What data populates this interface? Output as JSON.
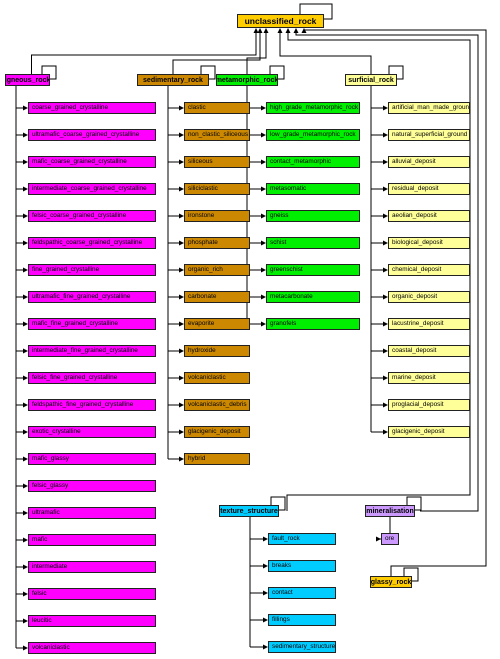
{
  "root": "unclassified_rock",
  "groups": [
    {
      "key": "igneous",
      "title": "igneous_rock",
      "children": [
        "coarse_grained_crystalline",
        "ultramafic_coarse_grained_crystalline",
        "mafic_coarse_grained_crystalline",
        "intermediate_coarse_grained_crystalline",
        "felsic_coarse_grained_crystalline",
        "feldspathic_coarse_grained_crystalline",
        "fine_grained_crystalline",
        "ultramafic_fine_grained_crystalline",
        "mafic_fine_grained_crystalline",
        "intermediate_fine_grained_crystalline",
        "felsic_fine_grained_crystalline",
        "feldspathic_fine_grained_crystalline",
        "exotic_crystalline",
        "mafic_glassy",
        "felsic_glassy",
        "ultramafic",
        "mafic",
        "intermediate",
        "felsic",
        "leucitic",
        "volcaniclastic"
      ]
    },
    {
      "key": "sedimentary",
      "title": "sedimentary_rock",
      "children": [
        "clastic",
        "non_clastic_siliceous",
        "siliceous",
        "siliciclastic",
        "ironstone",
        "phosphate",
        "organic_rich",
        "carbonate",
        "evaporite",
        "hydroxide",
        "volcaniclastic",
        "volcaniclastic_debris",
        "glacigenic_deposit",
        "hybrid"
      ]
    },
    {
      "key": "metamorphic",
      "title": "metamorphic_rock",
      "children": [
        "high_grade_metamorphic_rock",
        "low_grade_metamorphic_rock",
        "contact_metamorphic",
        "metasomatic",
        "gneiss",
        "schist",
        "greenschist",
        "metacarbonate",
        "granofels"
      ]
    },
    {
      "key": "surficial",
      "title": "surficial_rock",
      "children": [
        "artificial_man_made_ground",
        "natural_superficial_ground",
        "alluvial_deposit",
        "residual_deposit",
        "aeolian_deposit",
        "biological_deposit",
        "chemical_deposit",
        "organic_deposit",
        "lacustrine_deposit",
        "coastal_deposit",
        "marine_deposit",
        "proglacial_deposit",
        "glacigenic_deposit"
      ]
    },
    {
      "key": "texture",
      "title": "texture_structure",
      "children": [
        "fault_rock",
        "breaks",
        "contact",
        "fillings",
        "sedimentary_structure"
      ]
    },
    {
      "key": "mineral",
      "title": "mineralisation",
      "children": [
        "ore"
      ]
    },
    {
      "key": "glassy",
      "title": "glassy_rock",
      "children": []
    }
  ],
  "colors": {
    "root": "#ffcc00",
    "igneous": "#ff00ff",
    "sedimentary": "#cc8800",
    "metamorphic": "#00ee00",
    "surficial": "#ffff99",
    "texture": "#00ccff",
    "mineral": "#cc99ff",
    "glassy": "#ffcc00"
  }
}
